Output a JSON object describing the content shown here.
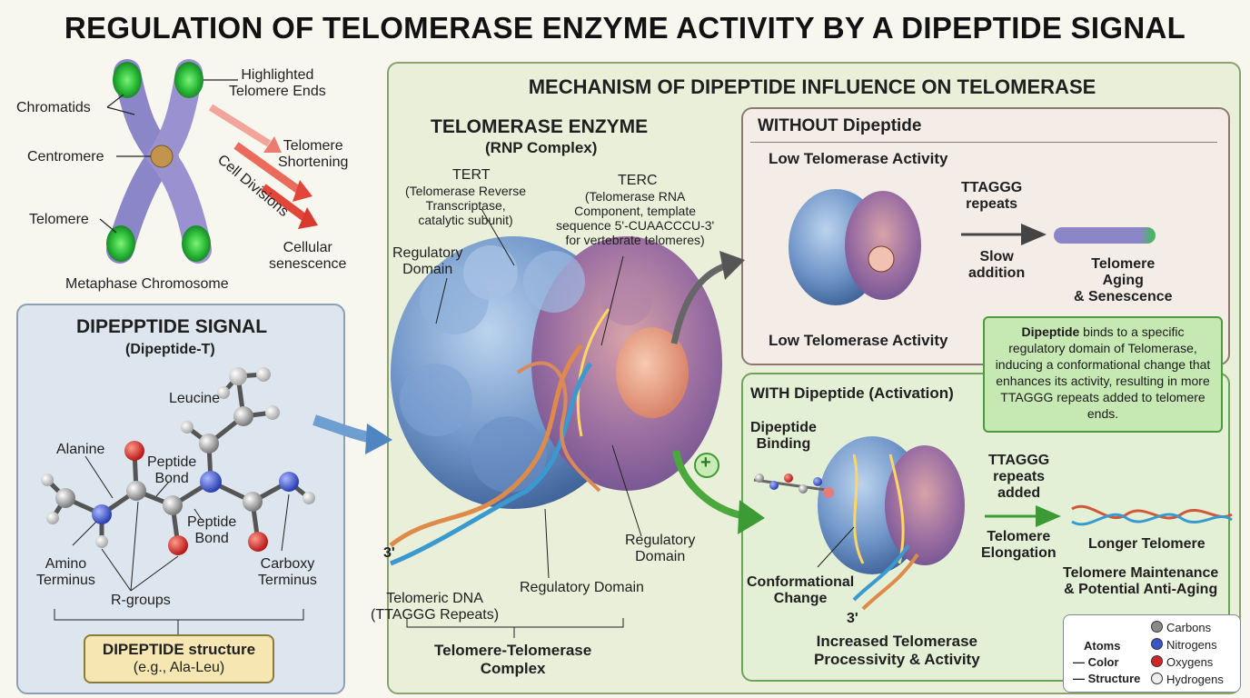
{
  "title": "REGULATION OF TELOMERASE ENZYME ACTIVITY BY A DIPEPTIDE SIGNAL",
  "chromosome": {
    "highlighted_ends": "Highlighted\nTelomere Ends",
    "chromatids": "Chromatids",
    "centromere": "Centromere",
    "telomere": "Telomere",
    "caption": "Metaphase Chromosome",
    "cell_divisions": "Cell Divisions",
    "shortening": "Telomere\nShortening",
    "senescence": "Cellular\nsenescence"
  },
  "dipeptide": {
    "title": "DIPEPPTIDE SIGNAL",
    "subtitle": "(Dipeptide-T)",
    "leucine": "Leucine",
    "alanine": "Alanine",
    "peptide_bond_1": "Peptide\nBond",
    "peptide_bond_2": "Peptide\nBond",
    "amino_terminus": "Amino\nTerminus",
    "carboxy_terminus": "Carboxy\nTerminus",
    "r_groups": "R-groups",
    "structure_title": "DIPEPTIDE structure",
    "structure_example": "(e.g., Ala-Leu)"
  },
  "mechanism": {
    "title": "MECHANISM OF DIPEPTIDE INFLUENCE ON TELOMERASE",
    "enzyme_title": "TELOMERASE ENZYME",
    "enzyme_subtitle": "(RNP Complex)",
    "tert": "TERT",
    "tert_desc": "(Telomerase Reverse\nTranscriptase,\ncatalytic subunit)",
    "terc": "TERC",
    "terc_desc": "(Telomerase RNA\nComponent, template\nsequence 5'-CUAACCCU-3'\nfor vertebrate telomeres)",
    "regulatory_domain_top": "Regulatory\nDomain",
    "regulatory_domain_right": "Regulatory\nDomain",
    "regulatory_domain_bottom": "Regulatory Domain",
    "three_prime": "3'",
    "telomeric_dna": "Telomeric DNA\n(TTAGGG Repeats)",
    "complex": "Telomere-Telomerase\nComplex"
  },
  "without": {
    "title": "WITHOUT Dipeptide",
    "activity_top": "Low Telomerase Activity",
    "activity_bottom": "Low Telomerase Activity",
    "repeats": "TTAGGG\nrepeats",
    "slow": "Slow\naddition",
    "outcome": "Telomere\nAging\n& Senescence"
  },
  "note": {
    "bold": "Dipeptide",
    "text": " binds to a specific regulatory domain of Telomerase, inducing a conformational change that enhances its activity, resulting in more TTAGGG repeats added to telomere ends."
  },
  "with": {
    "title": "WITH Dipeptide (Activation)",
    "plus": "+",
    "binding": "Dipeptide\nBinding",
    "conformational": "Conformational\nChange",
    "three_prime": "3'",
    "repeats": "TTAGGG\nrepeats\nadded",
    "elongation": "Telomere\nElongation",
    "longer": "Longer Telomere",
    "maintenance": "Telomere Maintenance\n& Potential Anti-Aging",
    "processivity": "Increased Telomerase\nProcessivity & Activity"
  },
  "legend": {
    "atoms": "Atoms",
    "color": "— Color",
    "structure": "— Structure",
    "items": [
      {
        "label": "Carbons",
        "color": "#8a8a8a"
      },
      {
        "label": "Nitrogens",
        "color": "#3a55c8"
      },
      {
        "label": "Oxygens",
        "color": "#d0262a"
      },
      {
        "label": "Hydrogens",
        "color": "#eeeeee"
      }
    ]
  },
  "colors": {
    "telomere_green": "#2fbf3a",
    "chromatid_purple": "#8b86c8",
    "arrow_red": "#e2463a",
    "activation_green": "#3d9b35"
  }
}
